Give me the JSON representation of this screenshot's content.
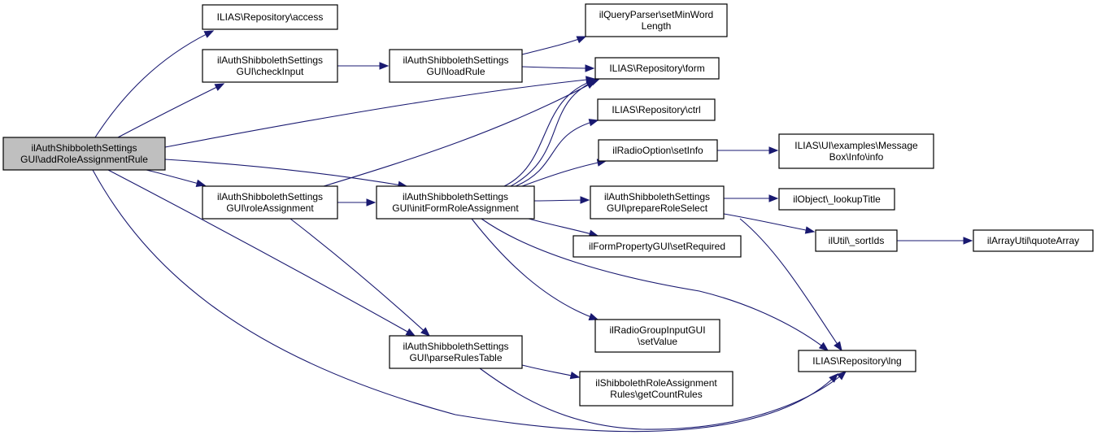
{
  "graph": {
    "type": "call-graph",
    "root": "addRoleAssignmentRule",
    "colors": {
      "edge": "#191970",
      "root_fill": "#bfbfbf",
      "node_fill": "#ffffff",
      "border": "#000000"
    },
    "nodes": {
      "addRoleAssignmentRule": {
        "lines": [
          "ilAuthShibbolethSettings",
          "GUI\\addRoleAssignmentRule"
        ]
      },
      "access": {
        "lines": [
          "ILIAS\\Repository\\access"
        ]
      },
      "checkInput": {
        "lines": [
          "ilAuthShibbolethSettings",
          "GUI\\checkInput"
        ]
      },
      "loadRule": {
        "lines": [
          "ilAuthShibbolethSettings",
          "GUI\\loadRule"
        ]
      },
      "setMinWordLength": {
        "lines": [
          "ilQueryParser\\setMinWord",
          "Length"
        ]
      },
      "form": {
        "lines": [
          "ILIAS\\Repository\\form"
        ]
      },
      "ctrl": {
        "lines": [
          "ILIAS\\Repository\\ctrl"
        ]
      },
      "setInfo": {
        "lines": [
          "ilRadioOption\\setInfo"
        ]
      },
      "messageBoxInfo": {
        "lines": [
          "ILIAS\\UI\\examples\\Message",
          "Box\\Info\\info"
        ]
      },
      "roleAssignment": {
        "lines": [
          "ilAuthShibbolethSettings",
          "GUI\\roleAssignment"
        ]
      },
      "initFormRoleAssignment": {
        "lines": [
          "ilAuthShibbolethSettings",
          "GUI\\initFormRoleAssignment"
        ]
      },
      "prepareRoleSelect": {
        "lines": [
          "ilAuthShibbolethSettings",
          "GUI\\prepareRoleSelect"
        ]
      },
      "lookupTitle": {
        "lines": [
          "ilObject\\_lookupTitle"
        ]
      },
      "sortIds": {
        "lines": [
          "ilUtil\\_sortIds"
        ]
      },
      "quoteArray": {
        "lines": [
          "ilArrayUtil\\quoteArray"
        ]
      },
      "setRequired": {
        "lines": [
          "ilFormPropertyGUI\\setRequired"
        ]
      },
      "setValue": {
        "lines": [
          "ilRadioGroupInputGUI",
          "\\setValue"
        ]
      },
      "parseRulesTable": {
        "lines": [
          "ilAuthShibbolethSettings",
          "GUI\\parseRulesTable"
        ]
      },
      "getCountRules": {
        "lines": [
          "ilShibbolethRoleAssignment",
          "Rules\\getCountRules"
        ]
      },
      "lng": {
        "lines": [
          "ILIAS\\Repository\\lng"
        ]
      }
    },
    "edges": [
      {
        "from": "addRoleAssignmentRule",
        "to": "access"
      },
      {
        "from": "addRoleAssignmentRule",
        "to": "checkInput"
      },
      {
        "from": "addRoleAssignmentRule",
        "to": "form"
      },
      {
        "from": "addRoleAssignmentRule",
        "to": "initFormRoleAssignment"
      },
      {
        "from": "addRoleAssignmentRule",
        "to": "roleAssignment"
      },
      {
        "from": "addRoleAssignmentRule",
        "to": "parseRulesTable"
      },
      {
        "from": "addRoleAssignmentRule",
        "to": "lng"
      },
      {
        "from": "checkInput",
        "to": "loadRule"
      },
      {
        "from": "loadRule",
        "to": "setMinWordLength"
      },
      {
        "from": "loadRule",
        "to": "form"
      },
      {
        "from": "roleAssignment",
        "to": "form"
      },
      {
        "from": "roleAssignment",
        "to": "initFormRoleAssignment"
      },
      {
        "from": "roleAssignment",
        "to": "parseRulesTable"
      },
      {
        "from": "initFormRoleAssignment",
        "to": "form"
      },
      {
        "from": "initFormRoleAssignment",
        "to": "form"
      },
      {
        "from": "initFormRoleAssignment",
        "to": "ctrl"
      },
      {
        "from": "initFormRoleAssignment",
        "to": "setInfo"
      },
      {
        "from": "initFormRoleAssignment",
        "to": "prepareRoleSelect"
      },
      {
        "from": "initFormRoleAssignment",
        "to": "setRequired"
      },
      {
        "from": "initFormRoleAssignment",
        "to": "setValue"
      },
      {
        "from": "initFormRoleAssignment",
        "to": "lng"
      },
      {
        "from": "setInfo",
        "to": "messageBoxInfo"
      },
      {
        "from": "prepareRoleSelect",
        "to": "lookupTitle"
      },
      {
        "from": "prepareRoleSelect",
        "to": "sortIds"
      },
      {
        "from": "prepareRoleSelect",
        "to": "lng"
      },
      {
        "from": "sortIds",
        "to": "quoteArray"
      },
      {
        "from": "parseRulesTable",
        "to": "getCountRules"
      },
      {
        "from": "parseRulesTable",
        "to": "lng"
      }
    ]
  }
}
